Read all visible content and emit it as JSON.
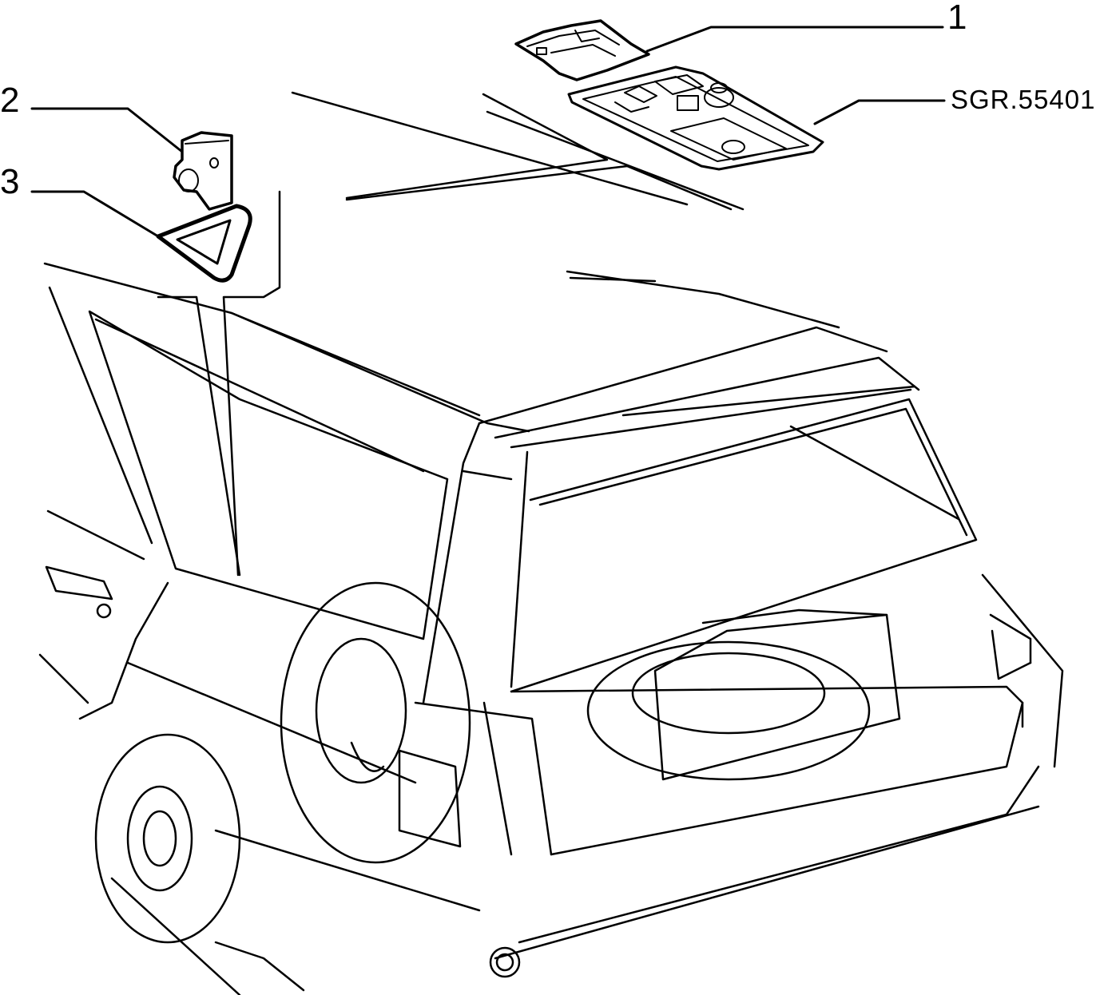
{
  "diagram": {
    "callouts": [
      {
        "id": "1",
        "label": "1"
      },
      {
        "id": "2",
        "label": "2"
      },
      {
        "id": "3",
        "label": "3"
      }
    ],
    "drawing_code": "SGR.55401",
    "colors": {
      "ink": "#000000",
      "background": "#ffffff"
    }
  }
}
